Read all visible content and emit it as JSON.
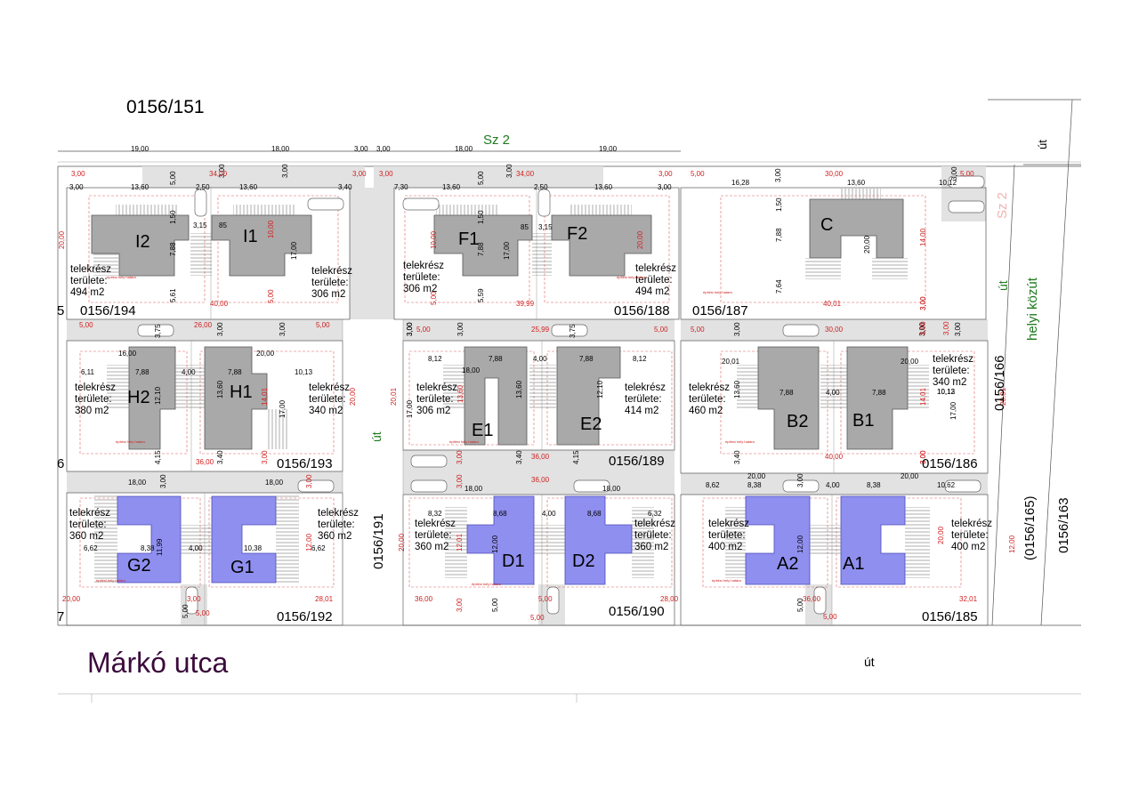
{
  "parcels": {
    "top": "0156/151",
    "n194": "0156/194",
    "n188": "0156/188",
    "n187": "0156/187",
    "n193": "0156/193",
    "n189": "0156/189",
    "n186": "0156/186",
    "n192": "0156/192",
    "n190": "0156/190",
    "n185": "0156/185",
    "n191": "0156/191",
    "n166": "0156/166",
    "n165": "(0156/165)",
    "n163": "0156/163"
  },
  "roads": {
    "sz2": "Sz 2",
    "sz2_faded": "Sz 2",
    "ut": "út",
    "helyi": "helyi közút",
    "street": "Márkó utca"
  },
  "buildings": [
    "I2",
    "I1",
    "F1",
    "F2",
    "C",
    "H2",
    "H1",
    "E1",
    "E2",
    "B2",
    "B1",
    "G2",
    "G1",
    "D1",
    "D2",
    "A2",
    "A1"
  ],
  "area_line1": "telekrész",
  "area_line2": "területe:",
  "areas": {
    "I2": "494 m2",
    "I1": "306 m2",
    "F1": "306 m2",
    "F2": "494 m2",
    "H2": "380 m2",
    "H1": "340 m2",
    "E1": "306 m2",
    "E2": "414 m2",
    "B2": "460 m2",
    "B1": "340 m2",
    "G2": "360 m2",
    "G1": "360 m2",
    "D1": "360 m2",
    "D2": "360 m2",
    "A2": "400 m2",
    "A1": "400 m2"
  },
  "tiny_note": "építési hely határa",
  "dims_black": [
    "19,00",
    "18,00",
    "3,00",
    "3,00",
    "18,00",
    "19,00",
    "3,00",
    "13,60",
    "5,00",
    "2,50",
    "13,60",
    "3,40",
    "7,30",
    "13,60",
    "5,00",
    "2,50",
    "13,60",
    "3,00",
    "3,00",
    "3,00",
    "3,00",
    "3,00",
    "16,28",
    "3,00",
    "13,60",
    "10,12",
    "1,50",
    "3,15",
    "85",
    "7,88",
    "17,00",
    "5,61",
    "1,50",
    "85",
    "3,15",
    "7,88",
    "17,00",
    "5,59",
    "1,50",
    "7,88",
    "20,00",
    "7,64",
    "3,75",
    "3,00",
    "3,00",
    "3,00",
    "16,00",
    "20,00",
    "6,11",
    "7,88",
    "4,00",
    "7,88",
    "10,13",
    "12,10",
    "13,60",
    "17,00",
    "4,15",
    "3,40",
    "3,00",
    "3,00",
    "3,75",
    "8,12",
    "7,88",
    "4,00",
    "7,88",
    "8,12",
    "18,00",
    "17,00",
    "13,60",
    "12,10",
    "3,40",
    "4,15",
    "3,00",
    "3,00",
    "3,00",
    "20,01",
    "20,00",
    "10,12",
    "7,88",
    "4,00",
    "7,88",
    "10,13",
    "13,60",
    "17,00",
    "3,40",
    "18,00",
    "3,00",
    "18,00",
    "6,62",
    "8,38",
    "11,99",
    "4,00",
    "10,38",
    "6,62",
    "5,00",
    "18,00",
    "8,32",
    "8,68",
    "4,00",
    "8,68",
    "6,32",
    "18,00",
    "12,00",
    "5,00",
    "20,00",
    "8,62",
    "8,38",
    "3,00",
    "4,00",
    "8,38",
    "20,00",
    "10,62",
    "12,00",
    "5,00"
  ],
  "dims_red": [
    "3,00",
    "34,00",
    "3,00",
    "3,00",
    "34,00",
    "3,00",
    "5,00",
    "30,00",
    "5,00",
    "20,00",
    "10,00",
    "5,00",
    "10,00",
    "5,00",
    "20,00",
    "14,00",
    "3,00",
    "40,00",
    "39,99",
    "40,01",
    "3,00",
    "5,00",
    "26,00",
    "5,00",
    "5,00",
    "25,99",
    "5,00",
    "5,00",
    "30,00",
    "3,00",
    "3,00",
    "14,01",
    "20,00",
    "20,01",
    "13,60",
    "14,01",
    "20,01",
    "36,00",
    "3,00",
    "3,00",
    "36,00",
    "3,00",
    "40,00",
    "3,00",
    "3,00",
    "3,00",
    "36,00",
    "12,00",
    "20,00",
    "12,01",
    "20,00",
    "12,00",
    "20,00",
    "3,00",
    "28,01",
    "5,00",
    "36,00",
    "5,00",
    "28,00",
    "3,00",
    "5,00",
    "36,00",
    "32,01",
    "5,00",
    "40,01"
  ]
}
